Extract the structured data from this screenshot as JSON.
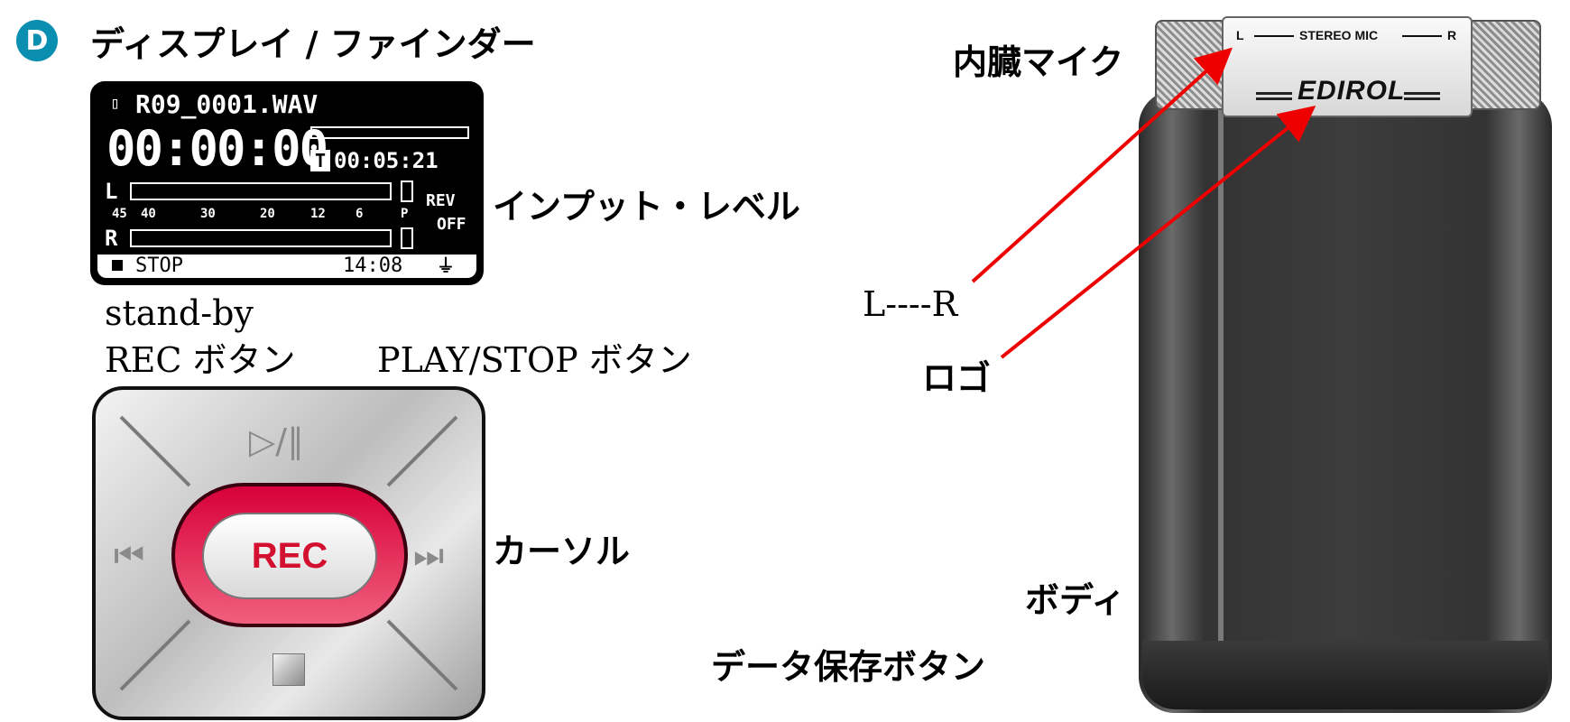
{
  "badge": "D",
  "labels": {
    "display": "ディスプレイ / ファインダー",
    "input_level": "インプット・レベル",
    "standby": "stand-by",
    "rec_button": "REC ボタン",
    "play_stop_button": "PLAY/STOP ボタン",
    "cursor": "カーソル",
    "internal_mic": "内臓マイク",
    "lr": "L----R",
    "logo": "ロゴ",
    "body": "ボディ",
    "data_save_button": "データ保存ボタン"
  },
  "lcd": {
    "filename": "R09_0001.WAV",
    "time": "00:00:00",
    "remaining_marker": "T",
    "remaining": "00:05:21",
    "channel_l": "L",
    "channel_r": "R",
    "scale": [
      "45",
      "40",
      "30",
      "20",
      "12",
      "6",
      "P"
    ],
    "rev_label": "REV",
    "rev_value": "OFF",
    "status": "STOP",
    "clock": "14:08"
  },
  "pad": {
    "rec_label": "REC",
    "play_pause_icon": "play-pause-icon",
    "prev_icon": "skip-back-icon",
    "next_icon": "skip-forward-icon",
    "stop_icon": "stop-icon"
  },
  "device": {
    "mic_left": "L",
    "mic_title": "STEREO MIC",
    "mic_right": "R",
    "brand": "EDIROL"
  },
  "colors": {
    "badge": "#0a8fb0",
    "rec_red": "#d3102f",
    "arrow": "#ee0000"
  }
}
